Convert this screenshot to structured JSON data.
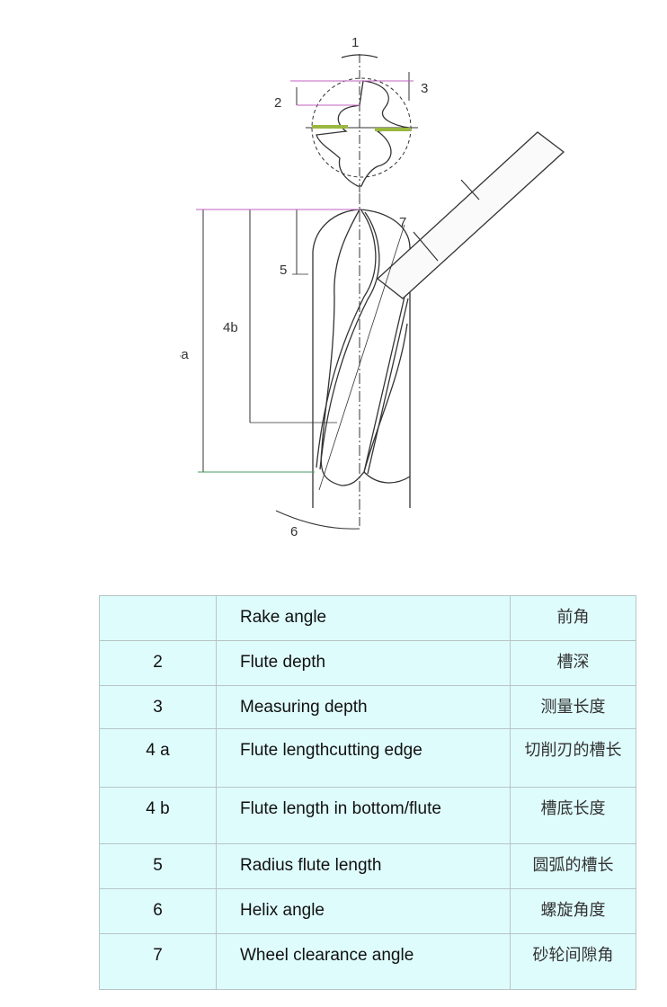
{
  "diagram": {
    "labels": [
      "1",
      "2",
      "3",
      "4a",
      "4b",
      "5",
      "6",
      "7"
    ]
  },
  "table": {
    "rows": [
      {
        "num": "",
        "en": "Rake angle",
        "zh": "前角"
      },
      {
        "num": "2",
        "en": "Flute depth",
        "zh": "槽深"
      },
      {
        "num": "3",
        "en": "Measuring depth",
        "zh": "测量长度"
      },
      {
        "num": "4 a",
        "en": "Flute lengthcutting edge",
        "zh": "切削刃的槽长"
      },
      {
        "num": "4 b",
        "en": "Flute length in bottom/flute",
        "zh": "槽底长度"
      },
      {
        "num": "5",
        "en": "Radius flute length",
        "zh": "圆弧的槽长"
      },
      {
        "num": "6",
        "en": "Helix angle",
        "zh": "螺旋角度"
      },
      {
        "num": "7",
        "en": "Wheel clearance angle",
        "zh": "砂轮间隙角"
      }
    ]
  }
}
